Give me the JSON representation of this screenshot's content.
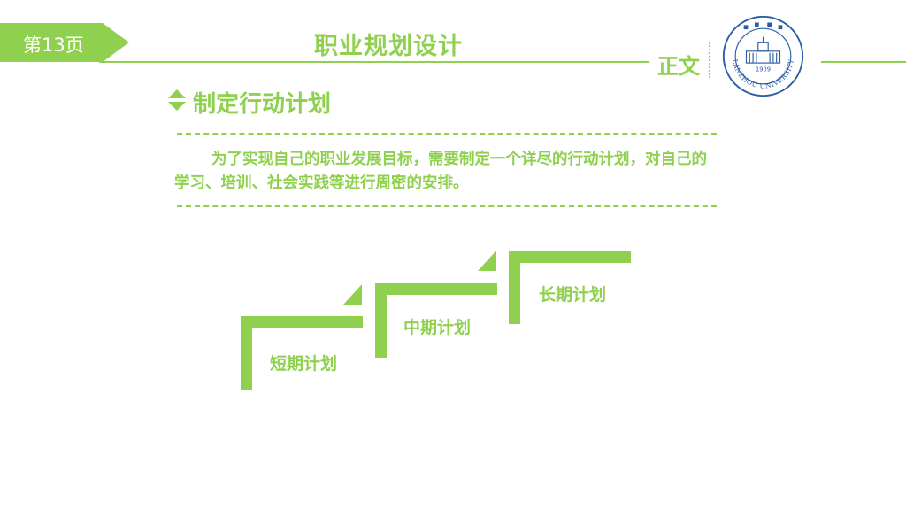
{
  "header": {
    "page_number": "第13页",
    "title": "职业规划设计",
    "section": "正文"
  },
  "logo": {
    "text": "LANZHOU UNIVERSITY",
    "year": "1909"
  },
  "content": {
    "heading": "制定行动计划",
    "paragraph": "为了实现自己的职业发展目标，需要制定一个详尽的行动计划，对自己的学习、培训、社会实践等进行周密的安排。"
  },
  "steps": [
    {
      "label": "短期计划"
    },
    {
      "label": "中期计划"
    },
    {
      "label": "长期计划"
    }
  ],
  "colors": {
    "accent": "#8fd14f",
    "background": "#ffffff",
    "logo": "#2b5da6"
  }
}
